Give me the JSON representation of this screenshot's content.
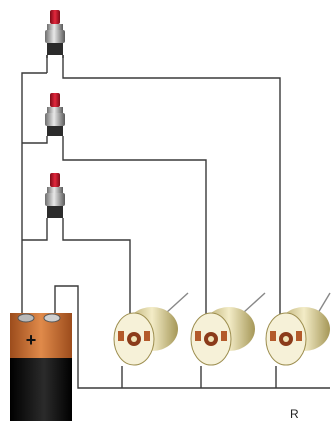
{
  "diagram": {
    "components": {
      "switches": [
        {
          "name": "push-button-1",
          "cap_color": "#c8102e"
        },
        {
          "name": "push-button-2",
          "cap_color": "#c8102e"
        },
        {
          "name": "push-button-3",
          "cap_color": "#c8102e"
        }
      ],
      "battery": {
        "polarity_label": "+",
        "top_color": "#c46a2a",
        "body_color": "#111111"
      },
      "motors": [
        {
          "name": "dc-motor-1"
        },
        {
          "name": "dc-motor-2"
        },
        {
          "name": "dc-motor-3"
        }
      ]
    },
    "cropped_text": "R"
  }
}
